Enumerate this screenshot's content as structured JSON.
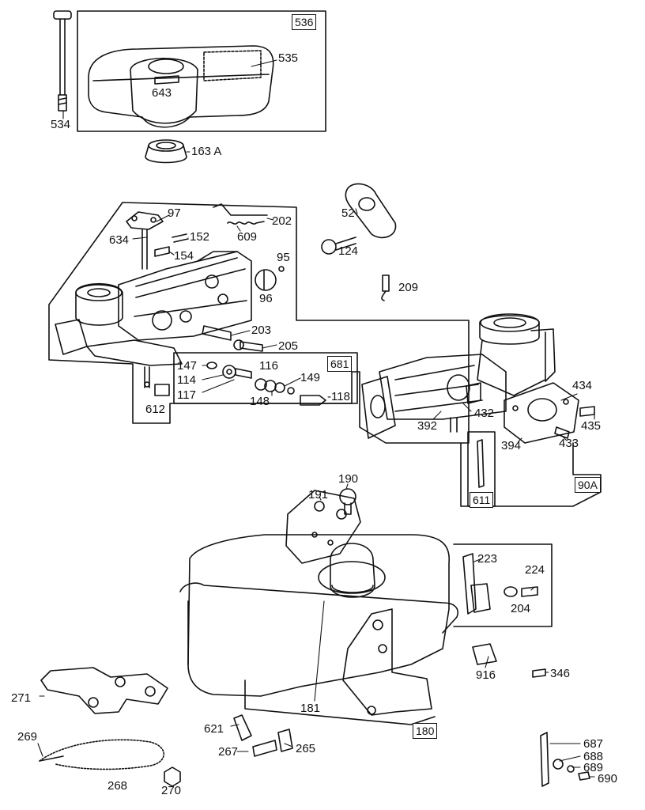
{
  "diagram": {
    "colors": {
      "ink": "#111111",
      "paper": "#ffffff"
    },
    "callouts": {
      "p536": "536",
      "p535": "535",
      "p643": "643",
      "p534": "534",
      "p163a": "163 A",
      "p97": "97",
      "p202": "202",
      "p634": "634",
      "p152": "152",
      "p609": "609",
      "p154": "154",
      "p95": "95",
      "p96": "96",
      "p52": "52",
      "p124": "124",
      "p209": "209",
      "p203": "203",
      "p205": "205",
      "p147": "147",
      "p116": "116",
      "p681": "681",
      "p114": "114",
      "p149": "149",
      "p117": "117",
      "p148": "148",
      "p118": "-118",
      "p612": "612",
      "p434": "434",
      "p432": "432",
      "p392": "392",
      "p435": "435",
      "p394": "394",
      "p433": "433",
      "p90a": "90A",
      "p611": "611",
      "p190": "190",
      "p191": "191",
      "p223": "223",
      "p224": "224",
      "p204": "204",
      "p916": "916",
      "p346": "346",
      "p271": "271",
      "p181": "181",
      "p180": "180",
      "p621": "621",
      "p267": "267",
      "p265": "265",
      "p269": "269",
      "p268": "268",
      "p270": "270",
      "p687": "687",
      "p688": "688",
      "p689": "689",
      "p690": "690"
    }
  }
}
